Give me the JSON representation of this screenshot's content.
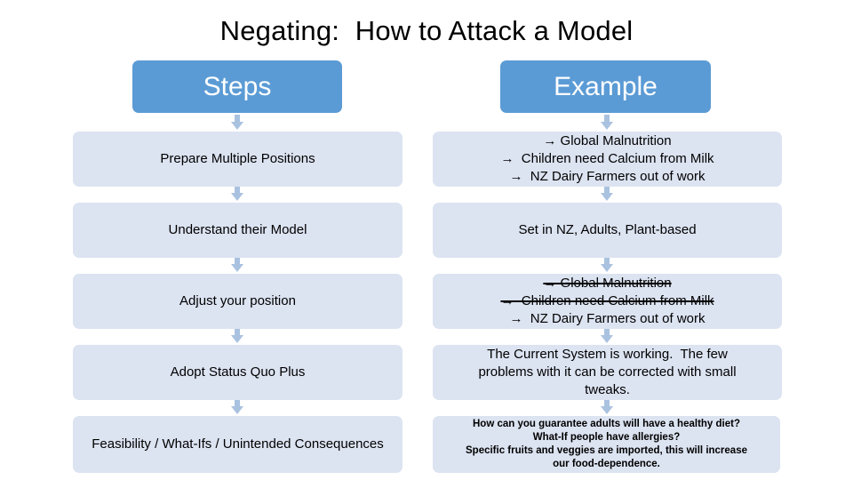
{
  "slide": {
    "title": "Negating:  How to Attack a Model",
    "accent_color": "#5B9BD5",
    "box_color": "#DCE3F1",
    "arrow_color": "#A9C2E0"
  },
  "columns": {
    "steps": {
      "header": "Steps"
    },
    "example": {
      "header": "Example"
    }
  },
  "rows": [
    {
      "step": "Prepare Multiple Positions",
      "example_lines": [
        {
          "text": "→ Global Malnutrition",
          "strike": false
        },
        {
          "text": "→  Children need Calcium from Milk",
          "strike": false
        },
        {
          "text": "→  NZ Dairy Farmers out of work",
          "strike": false
        }
      ]
    },
    {
      "step": "Understand their Model",
      "example_lines": [
        {
          "text": "Set in NZ, Adults, Plant-based",
          "strike": false
        }
      ]
    },
    {
      "step": "Adjust your position",
      "example_lines": [
        {
          "text": "→ Global Malnutrition",
          "strike": true
        },
        {
          "text": "→  Children need Calcium from Milk",
          "strike": true
        },
        {
          "text": "→  NZ Dairy Farmers out of work",
          "strike": false
        }
      ]
    },
    {
      "step": "Adopt Status Quo Plus",
      "example_lines": [
        {
          "text": "The Current System is working.  The few",
          "strike": false
        },
        {
          "text": "problems with it can be corrected with small",
          "strike": false
        },
        {
          "text": "tweaks.",
          "strike": false
        }
      ]
    },
    {
      "step": "Feasibility / What-Ifs / Unintended Consequences",
      "example_lines": [
        {
          "text": "How can you guarantee adults will have a healthy diet?",
          "strike": false
        },
        {
          "text": "What-If people have allergies?",
          "strike": false
        },
        {
          "text": "Specific fruits and veggies are imported, this will increase",
          "strike": false
        },
        {
          "text": "our food-dependence.",
          "strike": false
        }
      ]
    }
  ],
  "icons": {
    "down_arrow": "down-arrow-icon"
  }
}
